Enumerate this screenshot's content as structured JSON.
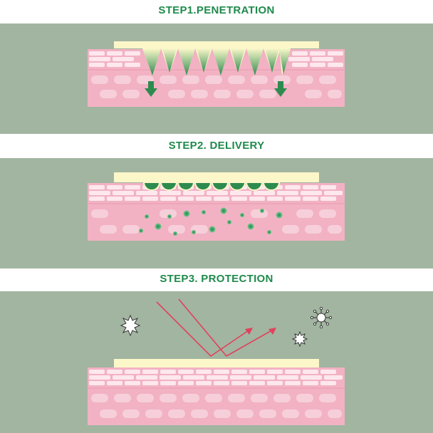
{
  "steps": [
    {
      "title": "STEP1.PENETRATION"
    },
    {
      "title": "STEP2. DELIVERY"
    },
    {
      "title": "STEP3. PROTECTION"
    }
  ],
  "colors": {
    "panel_bg": "#a2b5a1",
    "title_green": "#1f8a4c",
    "skin_pink": "#f2b2c3",
    "skin_cell": "#f6cfda",
    "epidermis_cell": "#fde8ee",
    "patch_yellow": "#fbf7c9",
    "needle_green": "#2e8b4f",
    "uv_ray_red": "#e0415c"
  },
  "icons": [
    "down-arrow-icon",
    "virus-icon",
    "sun-burst-icon"
  ]
}
